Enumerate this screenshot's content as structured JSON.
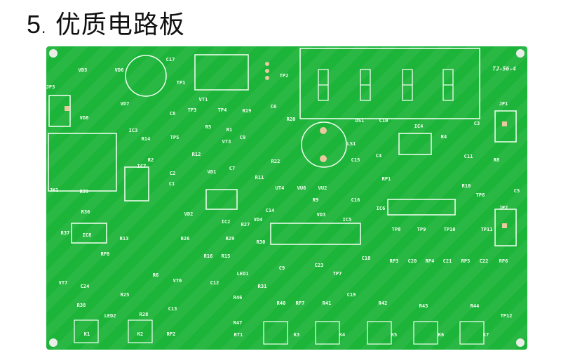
{
  "header": {
    "number": "5",
    "dot": ".",
    "title": "优质电路板"
  },
  "board": {
    "colors": {
      "solder_mask": "#1db43a",
      "silkscreen": "#f4fff2",
      "pad": "#e8c9a0"
    },
    "display_model": "TJ-56-4",
    "labels": [
      "JP3",
      "VD5",
      "VD6",
      "C17",
      "VT1",
      "TP1",
      "TP2",
      "DS1",
      "JP1",
      "VD7",
      "VD8",
      "C8",
      "TP3",
      "TP4",
      "R19",
      "C6",
      "R20",
      "R5",
      "R1",
      "IC3",
      "R14",
      "TP5",
      "R12",
      "VT3",
      "C9",
      "C10",
      "IC4",
      "C3",
      "R4",
      "LS1",
      "R2",
      "IC7",
      "JK1",
      "R22",
      "C2",
      "VD1",
      "C7",
      "R11",
      "UT4",
      "VU6",
      "VU2",
      "C15",
      "C4",
      "C11",
      "R8",
      "RP1",
      "R10",
      "TP6",
      "C5",
      "R39",
      "C1",
      "VD2",
      "C16",
      "R36",
      "IC2",
      "VD4",
      "C14",
      "R9",
      "VD3",
      "IC6",
      "JP2",
      "R37",
      "IC8",
      "R13",
      "R27",
      "R29",
      "R30",
      "R26",
      "R16",
      "R15",
      "IC5",
      "TP8",
      "TP9",
      "TP10",
      "TP11",
      "RP8",
      "LED1",
      "C23",
      "C18",
      "RP3",
      "C20",
      "RP4",
      "C21",
      "RP5",
      "C22",
      "RP6",
      "VT7",
      "C24",
      "R6",
      "VT6",
      "C12",
      "C9",
      "TP7",
      "R31",
      "C19",
      "R25",
      "R28",
      "R38",
      "LED2",
      "C13",
      "R46",
      "R40",
      "RP7",
      "R41",
      "R42",
      "R43",
      "R44",
      "TP12",
      "R47",
      "K1",
      "K2",
      "RP2",
      "RT1",
      "K3",
      "K4",
      "K5",
      "K6",
      "K7"
    ]
  }
}
